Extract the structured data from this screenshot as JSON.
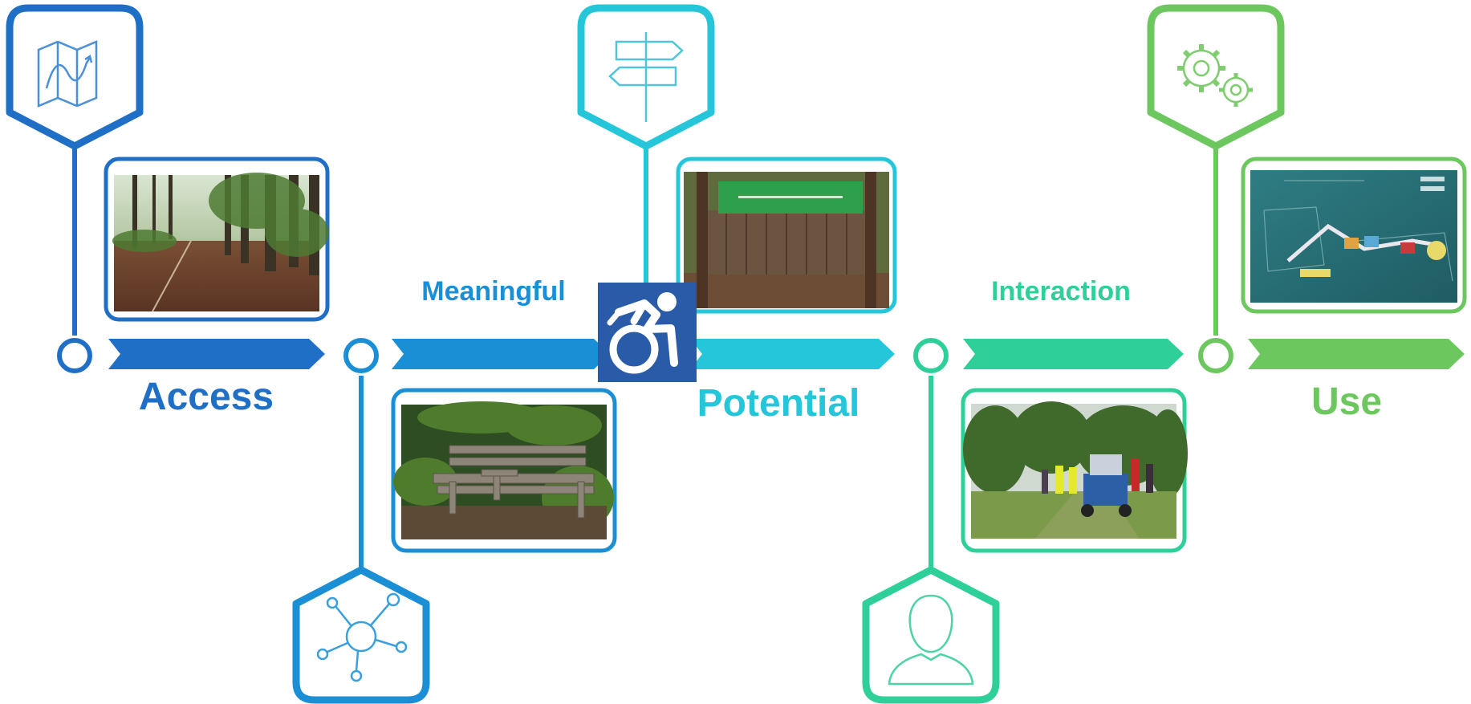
{
  "colors": {
    "blue_dark": "#1f6fc7",
    "blue_mid": "#1a8fd6",
    "cyan": "#25c6da",
    "teal": "#2fcf9a",
    "green": "#6cc85e",
    "accessibility_bg": "#2a5ba8"
  },
  "stages": [
    {
      "label": "Access",
      "icon": "map-icon",
      "photo": "forest-path-photo"
    },
    {
      "label": "Meaningful",
      "icon": "network-icon",
      "photo": "bench-photo"
    },
    {
      "label": "Potential",
      "icon": "signpost-icon",
      "photo": "notice-board-photo"
    },
    {
      "label": "Interaction",
      "icon": "person-icon",
      "photo": "group-visit-photo"
    },
    {
      "label": "Use",
      "icon": "gears-icon",
      "photo": "site-map-photo"
    }
  ],
  "center_badge": {
    "icon": "accessibility-wheelchair-icon"
  }
}
